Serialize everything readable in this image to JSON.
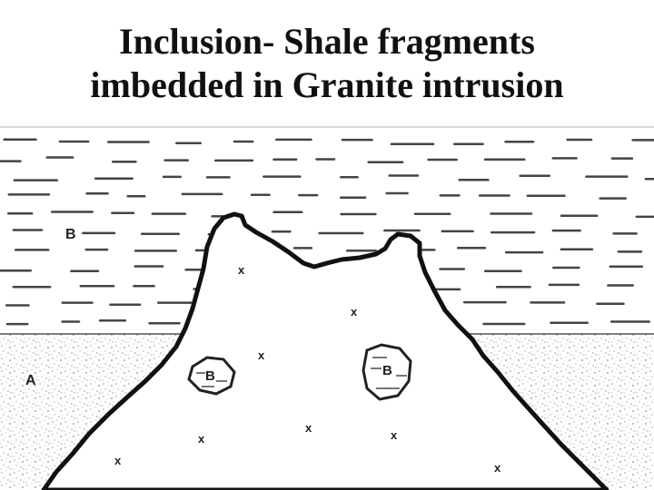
{
  "slide": {
    "title_line1": "Inclusion- Shale fragments",
    "title_line2": "imbedded in Granite intrusion"
  },
  "diagram": {
    "labels": {
      "shale_layer": "B",
      "surrounding_rock": "A",
      "inclusion_left": "B",
      "inclusion_right": "B"
    },
    "granite_mark": "x"
  }
}
